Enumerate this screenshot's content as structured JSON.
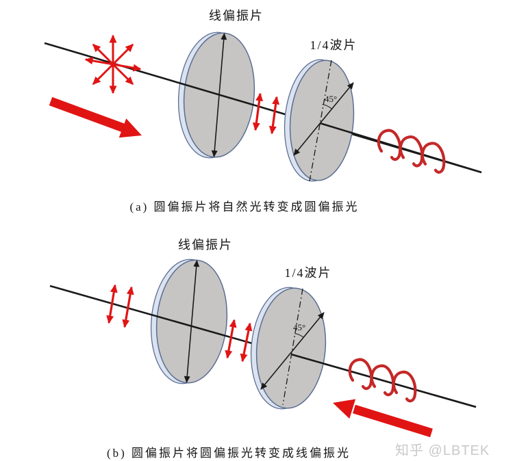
{
  "figure_a": {
    "polarizer_label": "线偏振片",
    "waveplate_label": "1/4波片",
    "angle_label": "45°",
    "caption": "(a) 圆偏振片将自然光转变成圆偏振光"
  },
  "figure_b": {
    "polarizer_label": "线偏振片",
    "waveplate_label": "1/4波片",
    "angle_label": "45°",
    "caption": "(b) 圆偏振片将圆偏振光转变成线偏振光"
  },
  "watermark": "知乎 @LBTEK",
  "colors": {
    "arrow_red": "#e11414",
    "helix_red": "#c52828",
    "disk_fill": "#c6c5c3",
    "disk_rim": "#dbe3f0",
    "disk_outline": "#5b6d92",
    "beam_black": "#1a1a1a",
    "watermark_gray": "#c9c9c9"
  }
}
